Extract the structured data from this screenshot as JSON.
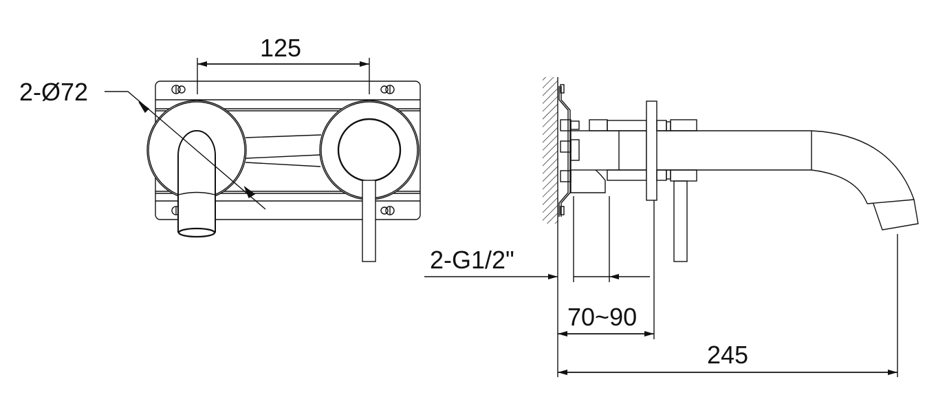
{
  "title": "Wall-mounted basin mixer dimension drawing",
  "dimensions": {
    "center_distance": "125",
    "rosette_diameter": "2-Ø72",
    "inlet_thread": "2-G1/2\"",
    "wall_depth_range": "70~90",
    "spout_projection": "245"
  },
  "colors": {
    "line": "#111111",
    "background": "#ffffff"
  }
}
